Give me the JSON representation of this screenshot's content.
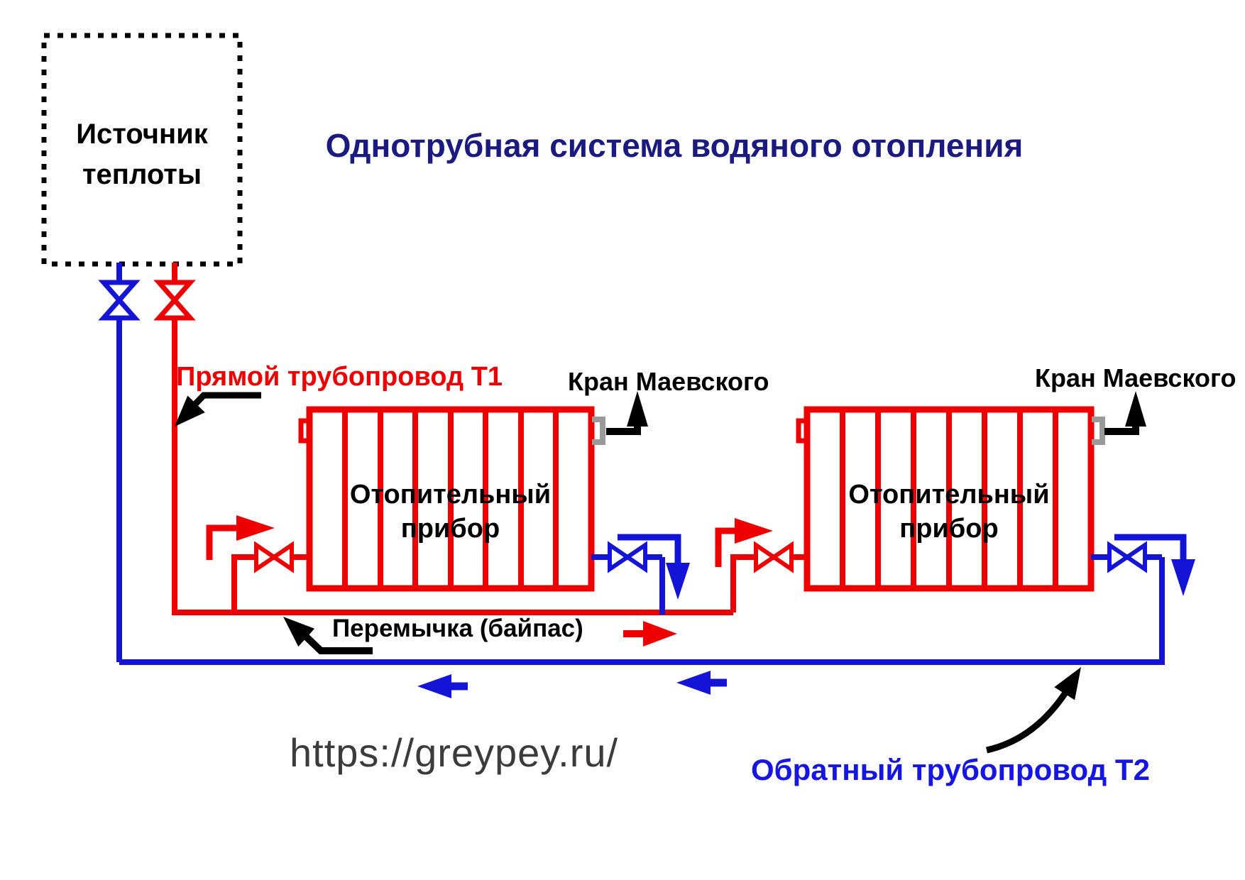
{
  "title": "Однотрубная система водяного отопления",
  "source_box": {
    "label": "Источник теплоты"
  },
  "labels": {
    "supply_pipe": "Прямой трубопровод Т1",
    "return_pipe": "Обратный трубопровод Т2",
    "bypass": "Перемычка (байпас)",
    "air_valve_1": "Кран Маевского",
    "air_valve_2": "Кран Маевского",
    "radiator_1": {
      "line1": "Отопительный",
      "line2": "прибор"
    },
    "radiator_2": {
      "line1": "Отопительный",
      "line2": "прибор"
    }
  },
  "watermark": "https://greypey.ru/",
  "colors": {
    "pipe_red": "#ee0000",
    "pipe_blue": "#1414d6",
    "title_navy": "#1a1a80",
    "label_blue": "#1515e6",
    "ink_black": "#000000",
    "bracket_gray": "#9a9a9a",
    "url_gray": "#3b3b3b"
  }
}
